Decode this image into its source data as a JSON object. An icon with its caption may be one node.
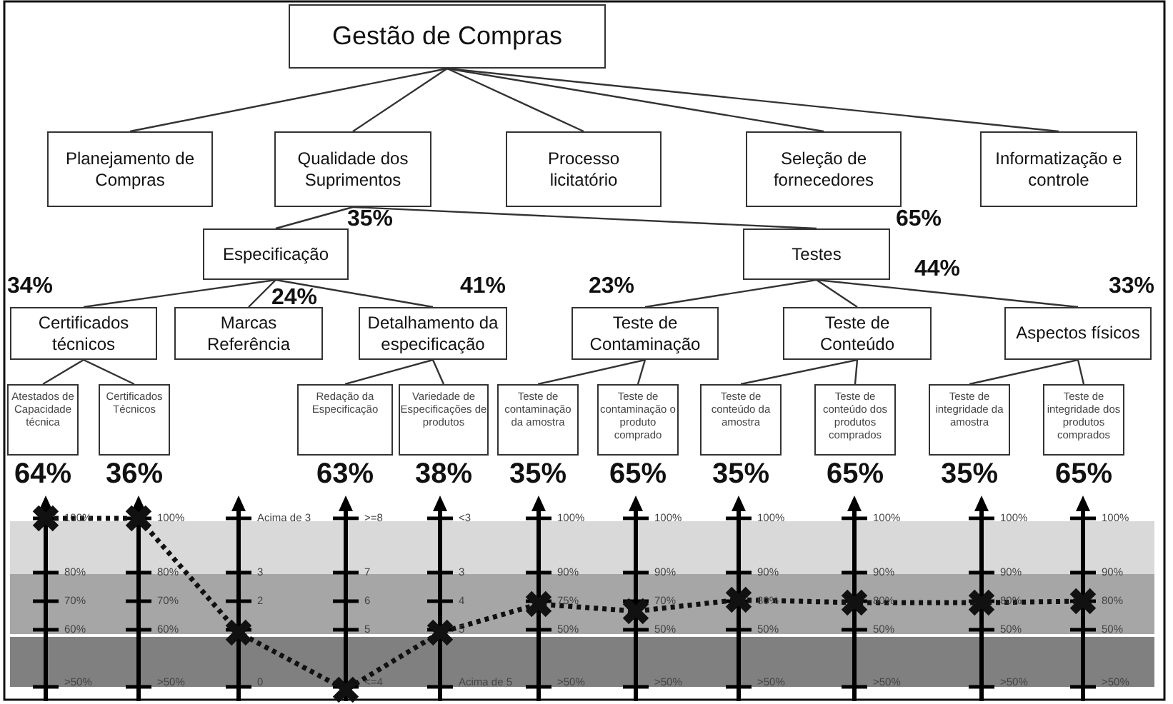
{
  "diagram": {
    "nodes": [
      {
        "text": [
          "Gestão de Compras"
        ]
      },
      {
        "text": [
          "Planejamento de Compras"
        ]
      },
      {
        "text": [
          "Qualidade dos Suprimentos"
        ]
      },
      {
        "text": [
          "Processo licitatório"
        ]
      },
      {
        "text": [
          "Seleção de fornecedores"
        ]
      },
      {
        "text": [
          "Informatização e controle"
        ]
      },
      {
        "text": [
          "Especificação"
        ],
        "beside": [
          "35%"
        ]
      },
      {
        "text": [
          "Testes"
        ],
        "beside": [
          "65%"
        ]
      },
      {
        "text": [
          "Certificados técnicos"
        ],
        "beside": [
          "34%"
        ]
      },
      {
        "text": [
          "Marcas Referência"
        ],
        "beside": [
          "24%"
        ]
      },
      {
        "text": [
          "Detalhamento da especificação"
        ],
        "beside": [
          "41%"
        ]
      },
      {
        "text": [
          "Teste de Contaminação"
        ],
        "beside": [
          "23%"
        ]
      },
      {
        "text": [
          "Teste de Conteúdo"
        ],
        "beside": [
          "44%"
        ]
      },
      {
        "text": [
          "Aspectos físicos"
        ],
        "beside": [
          "33%"
        ]
      },
      {
        "text": [
          "Atestados de Capacidade técnica"
        ],
        "beside": [
          "64%"
        ]
      },
      {
        "text": [
          "Certificados Técnicos"
        ],
        "beside": [
          "36%"
        ]
      },
      {
        "text": [
          "Redação da Especificação"
        ],
        "beside": [
          "63%"
        ]
      },
      {
        "text": [
          "Variedade de Especificações de produtos"
        ],
        "beside": [
          "38%"
        ]
      },
      {
        "text": [
          "Teste de contaminação da amostra"
        ],
        "beside": [
          "35%"
        ]
      },
      {
        "text": [
          "Teste de contaminação o produto comprado"
        ],
        "beside": [
          "65%"
        ]
      },
      {
        "text": [
          "Teste de conteúdo da amostra"
        ],
        "beside": [
          "35%"
        ]
      },
      {
        "text": [
          "Teste de conteúdo dos produtos comprados"
        ],
        "beside": [
          "65%"
        ]
      },
      {
        "text": [
          "Teste de integridade da amostra"
        ],
        "beside": [
          "35%"
        ]
      },
      {
        "text": [
          "Teste de integridade dos produtos comprados"
        ],
        "beside": [
          "65%"
        ]
      }
    ],
    "edges": [
      {
        "from": 0,
        "to": 1,
        "arrow": "none"
      },
      {
        "from": 0,
        "to": 2,
        "arrow": "none"
      },
      {
        "from": 0,
        "to": 3,
        "arrow": "none"
      },
      {
        "from": 0,
        "to": 4,
        "arrow": "none"
      },
      {
        "from": 0,
        "to": 5,
        "arrow": "none"
      },
      {
        "from": 2,
        "to": 6,
        "arrow": "none"
      },
      {
        "from": 2,
        "to": 7,
        "arrow": "none"
      },
      {
        "from": 6,
        "to": 8,
        "arrow": "none"
      },
      {
        "from": 6,
        "to": 9,
        "arrow": "none"
      },
      {
        "from": 6,
        "to": 10,
        "arrow": "none"
      },
      {
        "from": 7,
        "to": 11,
        "arrow": "none"
      },
      {
        "from": 7,
        "to": 12,
        "arrow": "none"
      },
      {
        "from": 7,
        "to": 13,
        "arrow": "none"
      },
      {
        "from": 8,
        "to": 14,
        "arrow": "none"
      },
      {
        "from": 8,
        "to": 15,
        "arrow": "none"
      },
      {
        "from": 10,
        "to": 16,
        "arrow": "none"
      },
      {
        "from": 10,
        "to": 17,
        "arrow": "none"
      },
      {
        "from": 11,
        "to": 18,
        "arrow": "none"
      },
      {
        "from": 11,
        "to": 19,
        "arrow": "none"
      },
      {
        "from": 12,
        "to": 20,
        "arrow": "none"
      },
      {
        "from": 12,
        "to": 21,
        "arrow": "none"
      },
      {
        "from": 13,
        "to": 22,
        "arrow": "none"
      },
      {
        "from": 13,
        "to": 23,
        "arrow": "none"
      }
    ],
    "labels": [
      "100%",
      "80%",
      "70%",
      "60%",
      ">50%",
      "100%",
      "80%",
      "70%",
      "60%",
      ">50%",
      "Acima de 3",
      "3",
      "2",
      "0",
      ">=8",
      "7",
      "6",
      "5",
      "<=4",
      "<3",
      "3",
      "4",
      "5",
      "Acima de 5",
      "100%",
      "90%",
      "75%",
      "50%",
      ">50%",
      "100%",
      "90%",
      "70%",
      "50%",
      ">50%",
      "100%",
      "90%",
      "80%",
      "50%",
      ">50%",
      "100%",
      "90%",
      "80%",
      "50%",
      ">50%",
      "100%",
      "90%",
      "80%",
      "50%",
      ">50%",
      "100%",
      "90%",
      "80%",
      "50%",
      ">50%"
    ]
  }
}
